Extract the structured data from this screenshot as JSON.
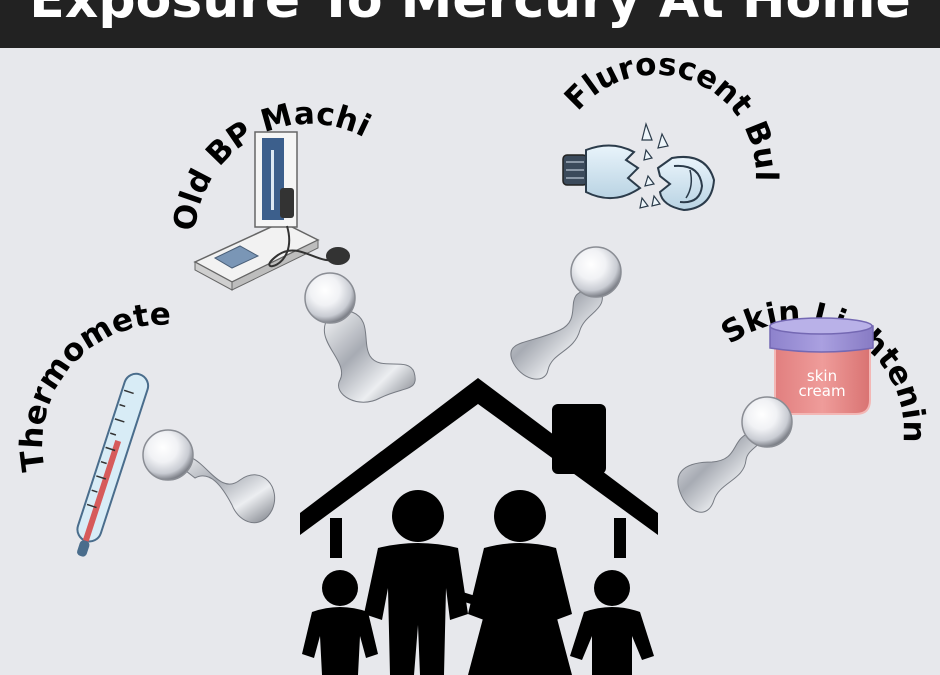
{
  "title": "Exposure To Mercury At Home",
  "sources": {
    "thermometer": "Thermometer",
    "bp_machines": "Old BP Machines",
    "bulb": "Fluroscent Bulb",
    "cream": "Skin Lightening Creams"
  },
  "jar_label": {
    "line1": "skin",
    "line2": "cream"
  },
  "colors": {
    "background": "#e7e8ec",
    "title_bar": "#222222",
    "jar_lid": "#9b8fd6",
    "jar_body": "#e98a8a",
    "mercury": "#b9bcc2"
  },
  "icons": [
    "thermometer-icon",
    "bp-machine-icon",
    "broken-bulb-icon",
    "cream-jar-icon",
    "mercury-droplet-icon",
    "family-house-icon"
  ]
}
